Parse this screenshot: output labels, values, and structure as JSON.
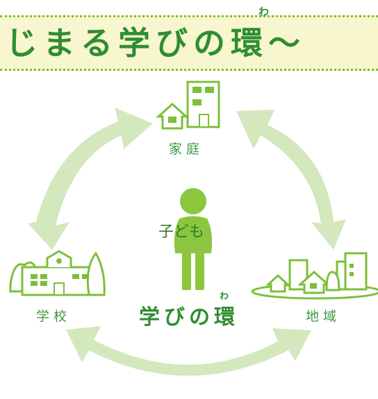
{
  "banner": {
    "title": "じまる学びの環〜",
    "ruby": "わ"
  },
  "nodes": {
    "home": "家庭",
    "school": "学校",
    "region": "地域"
  },
  "center": {
    "child_label": "子ども",
    "title": "学びの環",
    "ruby": "わ"
  },
  "colors": {
    "title_green": "#2f8d32",
    "icon_green": "#7cbf3a",
    "arrow_green": "#d3e8bd",
    "banner_bg": "#f8f6cf",
    "dot_green": "#86b83a"
  },
  "icons": [
    "home-building-icon",
    "school-icon",
    "city-icon",
    "child-figure-icon",
    "cycle-arrows-icon"
  ]
}
